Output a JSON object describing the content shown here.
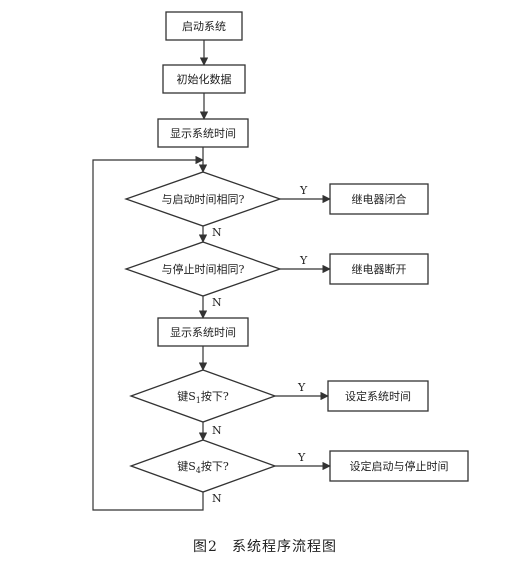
{
  "nodes": {
    "start": "启动系统",
    "init": "初始化数据",
    "display1": "显示系统时间",
    "q_start_time": "与启动时间相同?",
    "relay_close": "继电器闭合",
    "q_stop_time": "与停止时间相同?",
    "relay_open": "继电器断开",
    "display2": "显示系统时间",
    "q_key_s1_pre": "键S",
    "q_key_s1_sub": "1",
    "q_key_s1_post": "按下?",
    "set_time": "设定系统时间",
    "q_key_s4_pre": "键S",
    "q_key_s4_sub": "4",
    "q_key_s4_post": "按下?",
    "set_start_stop": "设定启动与停止时间"
  },
  "edge_labels": {
    "y1": "Y",
    "n1": "N",
    "y2": "Y",
    "n2": "N",
    "y3": "Y",
    "n3": "N",
    "y4": "Y",
    "n4": "N"
  },
  "caption": {
    "figure_number": "图2",
    "title": "系统程序流程图"
  },
  "colors": {
    "line": "#333333",
    "box_fill": "#ffffff"
  }
}
